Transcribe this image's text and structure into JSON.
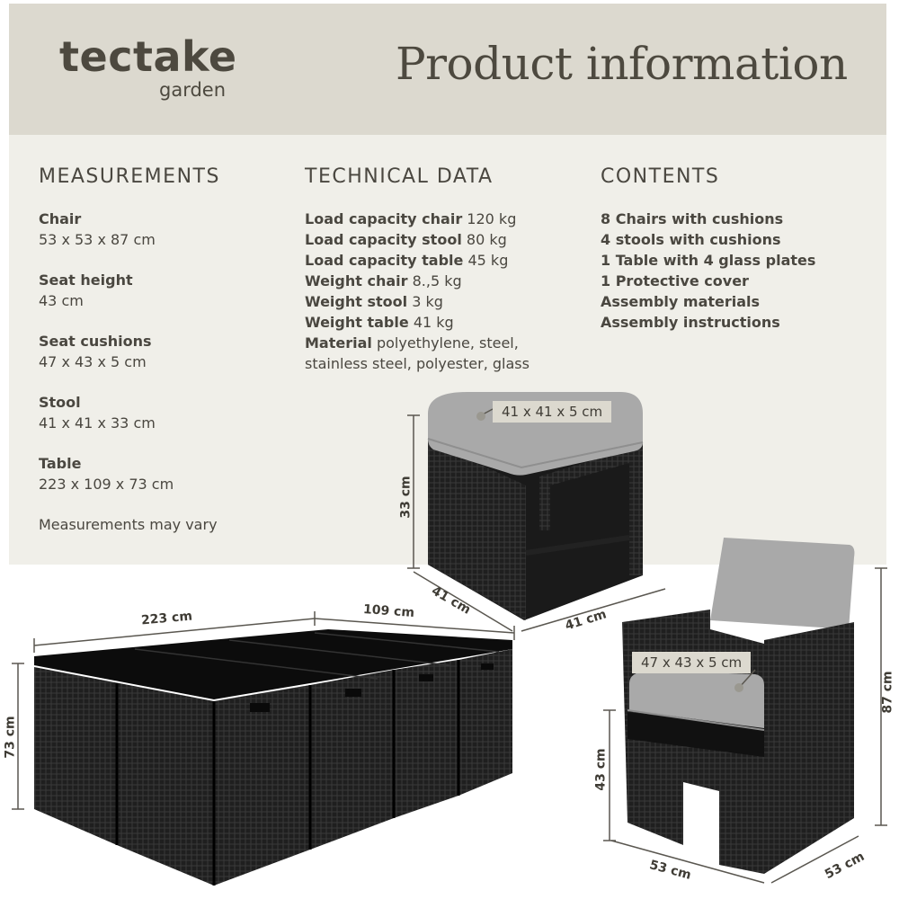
{
  "brand": {
    "name": "tectake",
    "sub": "garden"
  },
  "title": "Product information",
  "measurements": {
    "heading": "MEASUREMENTS",
    "items": [
      {
        "label": "Chair",
        "value": "53 x 53 x 87 cm"
      },
      {
        "label": "Seat height",
        "value": "43 cm"
      },
      {
        "label": "Seat cushions",
        "value": "47 x 43 x 5 cm"
      },
      {
        "label": "Stool",
        "value": "41 x 41 x 33 cm"
      },
      {
        "label": "Table",
        "value": "223 x 109 x 73 cm"
      }
    ],
    "note": "Measurements may vary"
  },
  "technical": {
    "heading": "TECHNICAL DATA",
    "rows": [
      {
        "label": "Load capacity chair",
        "value": "120 kg"
      },
      {
        "label": "Load capacity stool",
        "value": "80 kg"
      },
      {
        "label": "Load capacity table",
        "value": "45 kg"
      },
      {
        "label": "Weight chair",
        "value": "8.,5 kg"
      },
      {
        "label": "Weight stool",
        "value": "3 kg"
      },
      {
        "label": "Weight table",
        "value": "41 kg"
      },
      {
        "label": "Material",
        "value": "polyethylene, steel,"
      }
    ],
    "material_cont": "stainless steel, polyester, glass"
  },
  "contents": {
    "heading": "CONTENTS",
    "items": [
      "8 Chairs with cushions",
      "4 stools with cushions",
      "1 Table with 4 glass plates",
      "1 Protective cover",
      "Assembly materials",
      "Assembly instructions"
    ]
  },
  "callouts": {
    "stool_cushion": "41 x 41 x 5 cm",
    "chair_cushion": "47 x 43 x 5 cm"
  },
  "dims": {
    "table_w": "223 cm",
    "table_d": "109 cm",
    "table_h": "73 cm",
    "stool_h": "33 cm",
    "stool_d": "41 cm",
    "stool_w": "41 cm",
    "chair_h": "87 cm",
    "chair_seat": "43 cm",
    "chair_w": "53 cm",
    "chair_d": "53 cm"
  },
  "colors": {
    "header_bg": "#dcd9cf",
    "panel_bg": "#f0efe9",
    "text": "#4a4740",
    "rattan": "#1e1e1e",
    "cushion": "#a9a9a9"
  }
}
